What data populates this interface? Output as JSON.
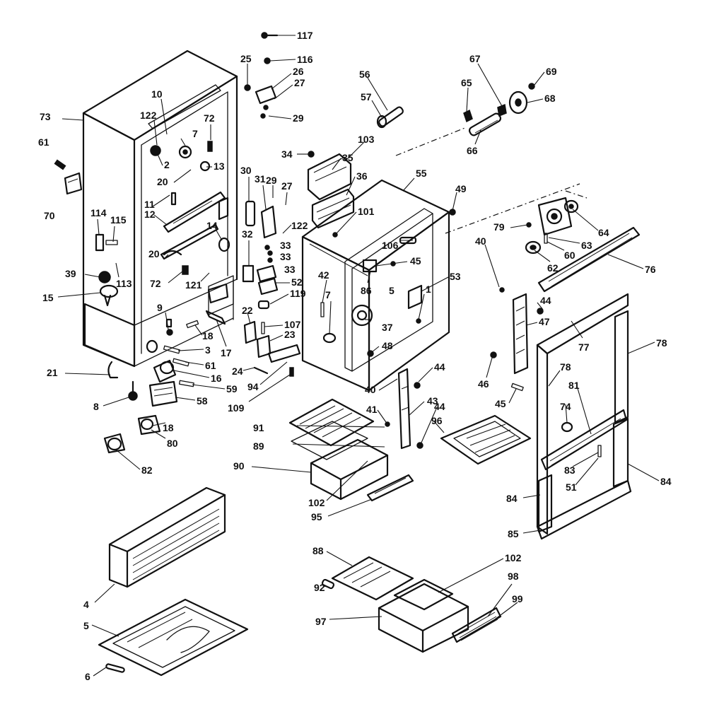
{
  "diagram": {
    "callouts": [
      "117",
      "116",
      "25",
      "26",
      "27",
      "29",
      "56",
      "57",
      "103",
      "35",
      "36",
      "34",
      "67",
      "65",
      "69",
      "68",
      "66",
      "73",
      "61",
      "70",
      "122",
      "10",
      "7",
      "72",
      "2",
      "13",
      "20",
      "11",
      "12",
      "114",
      "115",
      "39",
      "113",
      "15",
      "20",
      "72",
      "121",
      "14",
      "30",
      "31",
      "29",
      "27",
      "122",
      "32",
      "33",
      "33",
      "33",
      "52",
      "119",
      "22",
      "107",
      "23",
      "17",
      "18",
      "9",
      "3",
      "61",
      "16",
      "59",
      "58",
      "18",
      "80",
      "82",
      "21",
      "8",
      "24",
      "94",
      "109",
      "55",
      "49",
      "101",
      "106",
      "45",
      "86",
      "53",
      "42",
      "7",
      "1",
      "37",
      "48",
      "5",
      "40",
      "44",
      "47",
      "46",
      "45",
      "79",
      "64",
      "63",
      "60",
      "62",
      "76",
      "78",
      "77",
      "78",
      "81",
      "74",
      "83",
      "51",
      "84",
      "84",
      "85",
      "91",
      "89",
      "90",
      "102",
      "95",
      "40",
      "41",
      "43",
      "44",
      "44",
      "96",
      "4",
      "5",
      "6",
      "88",
      "92",
      "102",
      "97",
      "98",
      "99"
    ],
    "groups": {
      "cabinet": "73",
      "liner": "55",
      "door_frame": "78",
      "crisper": "90",
      "meat_keeper": "97",
      "grille": "4",
      "drain_pan": "5"
    }
  }
}
